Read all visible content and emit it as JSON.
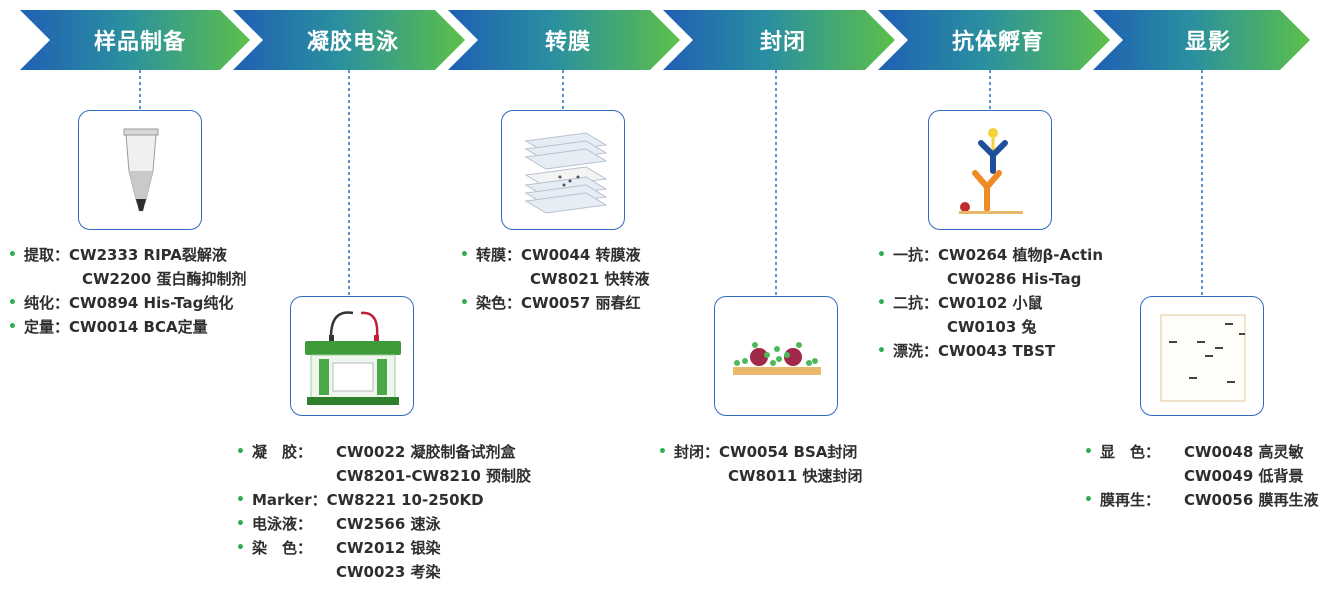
{
  "colors": {
    "arrow_blue": "#1f5fb4",
    "arrow_green": "#5cc04a",
    "dashed_line": "#2f6bbf",
    "box_border": "#2f6bbf",
    "bullet": "#2fae54"
  },
  "steps": [
    {
      "label": "样品制备",
      "icon": "microcentrifuge-tube-icon"
    },
    {
      "label": "凝胶电泳",
      "icon": "electrophoresis-tank-icon"
    },
    {
      "label": "转膜",
      "icon": "membrane-stack-icon"
    },
    {
      "label": "封闭",
      "icon": "blocking-membrane-icon"
    },
    {
      "label": "抗体孵育",
      "icon": "antibody-icon"
    },
    {
      "label": "显影",
      "icon": "blot-film-icon"
    }
  ],
  "blocks": [
    {
      "rows": [
        {
          "label": "提取：",
          "value": "CW2333 RIPA裂解液"
        },
        {
          "label": "",
          "value": "CW2200 蛋白酶抑制剂"
        },
        {
          "label": "纯化：",
          "value": "CW0894 His-Tag纯化"
        },
        {
          "label": "定量：",
          "value": "CW0014 BCA定量"
        }
      ]
    },
    {
      "rows": [
        {
          "label": "凝　胶：",
          "value": "CW0022 凝胶制备试剂盒"
        },
        {
          "label": "",
          "value": "CW8201-CW8210 预制胶"
        },
        {
          "label": "Marker：",
          "value": "CW8221 10-250KD"
        },
        {
          "label": "电泳液：",
          "value": "CW2566 速泳"
        },
        {
          "label": "染　色：",
          "value": "CW2012 银染"
        },
        {
          "label": "",
          "value": "CW0023 考染"
        }
      ]
    },
    {
      "rows": [
        {
          "label": "转膜：",
          "value": "CW0044 转膜液"
        },
        {
          "label": "",
          "value": "CW8021 快转液"
        },
        {
          "label": "染色：",
          "value": "CW0057 丽春红"
        }
      ]
    },
    {
      "rows": [
        {
          "label": "封闭：",
          "value": "CW0054 BSA封闭"
        },
        {
          "label": "",
          "value": "CW8011 快速封闭"
        }
      ]
    },
    {
      "rows": [
        {
          "label": "一抗：",
          "value": "CW0264 植物β-Actin"
        },
        {
          "label": "",
          "value": "CW0286 His-Tag"
        },
        {
          "label": "二抗：",
          "value": "CW0102 小鼠"
        },
        {
          "label": "",
          "value": "CW0103 兔"
        },
        {
          "label": "漂洗：",
          "value": "CW0043 TBST"
        }
      ]
    },
    {
      "rows": [
        {
          "label": "显　色：",
          "value": "CW0048 高灵敏"
        },
        {
          "label": "",
          "value": "CW0049 低背景"
        },
        {
          "label": "膜再生：",
          "value": "CW0056 膜再生液"
        }
      ]
    }
  ]
}
